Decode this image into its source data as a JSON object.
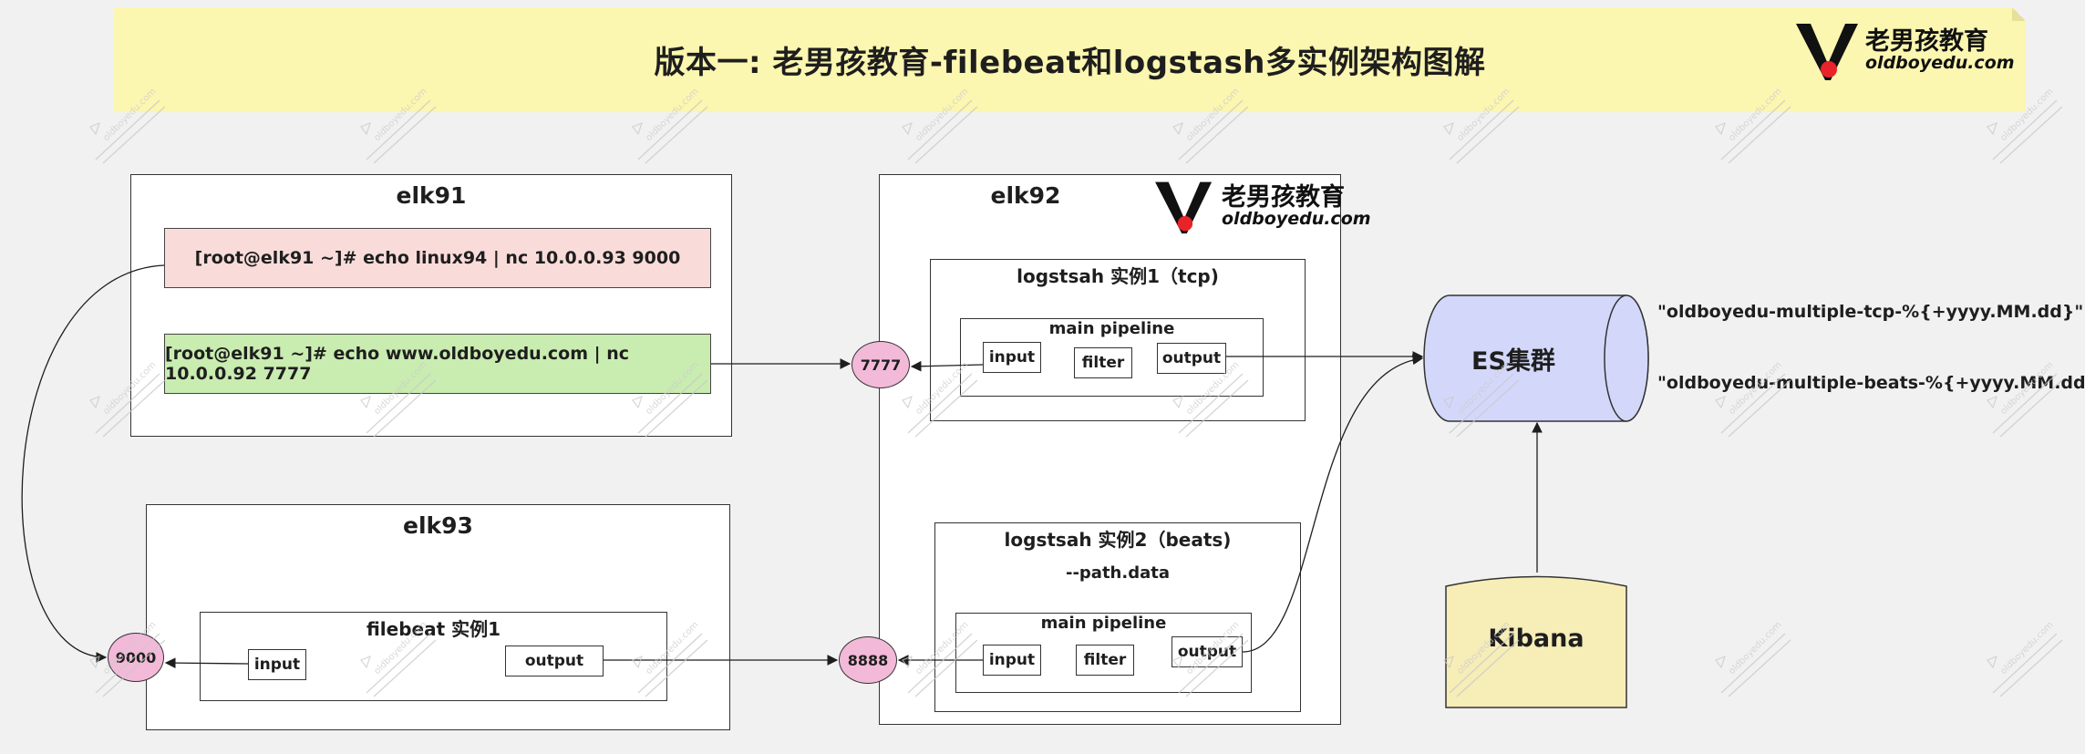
{
  "title": "版本一: 老男孩教育-filebeat和logstash多实例架构图解",
  "logo": {
    "cn": "老男孩教育",
    "en": "oldboyedu.com"
  },
  "watermark_text": "oldboyedu.com",
  "elk91": {
    "title": "elk91",
    "cmd1": "[root@elk91 ~]# echo linux94 | nc 10.0.0.93 9000",
    "cmd2": "[root@elk91 ~]# echo www.oldboyedu.com  | nc 10.0.0.92 7777"
  },
  "elk92": {
    "title": "elk92",
    "instance1": {
      "title": "logstsah 实例1（tcp)",
      "pipeline": "main pipeline",
      "input": "input",
      "filter": "filter",
      "output": "output"
    },
    "instance2": {
      "title": "logstsah 实例2（beats)",
      "subtitle": "--path.data",
      "pipeline": "main pipeline",
      "input": "input",
      "filter": "filter",
      "output": "output"
    }
  },
  "elk93": {
    "title": "elk93",
    "filebeat": {
      "title": "filebeat 实例1",
      "input": "input",
      "output": "output"
    }
  },
  "ports": {
    "p7777": "7777",
    "p8888": "8888",
    "p9000": "9000"
  },
  "es": {
    "label": "ES集群"
  },
  "kibana": {
    "label": "Kibana"
  },
  "indices": {
    "tcp": "\"oldboyedu-multiple-tcp-%{+yyyy.MM.dd}\"",
    "beats": "\"oldboyedu-multiple-beats-%{+yyyy.MM.dd}\""
  },
  "colors": {
    "title_bg": "#fbf6b0",
    "cmd_pink": "#f9dcda",
    "cmd_green": "#c9ecb0",
    "port": "#f3b9d8",
    "es": "#d3d8fb",
    "kibana": "#f6edb7",
    "logo_red": "#e8232a"
  }
}
